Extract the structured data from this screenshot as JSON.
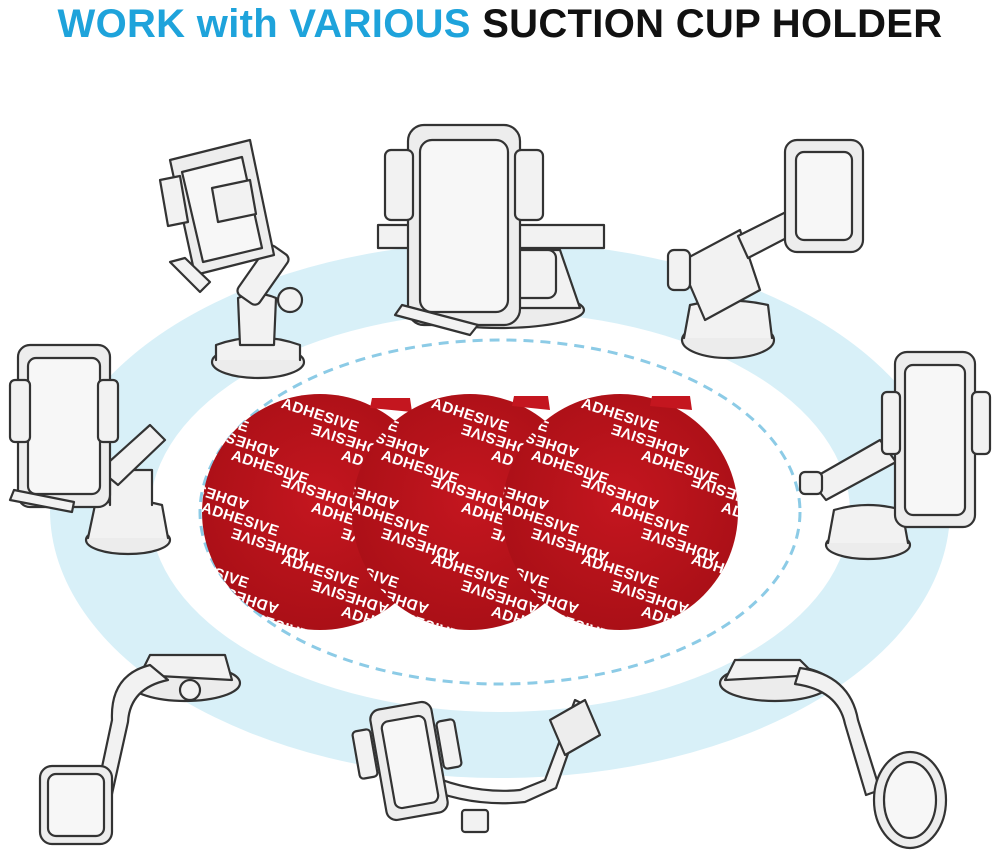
{
  "headline": {
    "part1": "WORK with",
    "part2": "VARIOUS",
    "part3": "SUCTION CUP HOLDER"
  },
  "adhesive_text": "ADHESIVE",
  "colors": {
    "accent_blue": "#1ea3db",
    "title_black": "#111111",
    "ellipse_fill": "#d8f0f8",
    "dashed_ring": "#8ccbe6",
    "adhesive_red": "#b8141c"
  },
  "holders": [
    {
      "name": "phone-holder-top-left-icon"
    },
    {
      "name": "phone-holder-top-center-icon"
    },
    {
      "name": "phone-holder-top-right-icon"
    },
    {
      "name": "phone-holder-mid-left-icon"
    },
    {
      "name": "phone-holder-mid-right-icon"
    },
    {
      "name": "phone-holder-bottom-left-icon"
    },
    {
      "name": "phone-holder-bottom-center-icon"
    },
    {
      "name": "phone-holder-bottom-right-icon"
    }
  ]
}
